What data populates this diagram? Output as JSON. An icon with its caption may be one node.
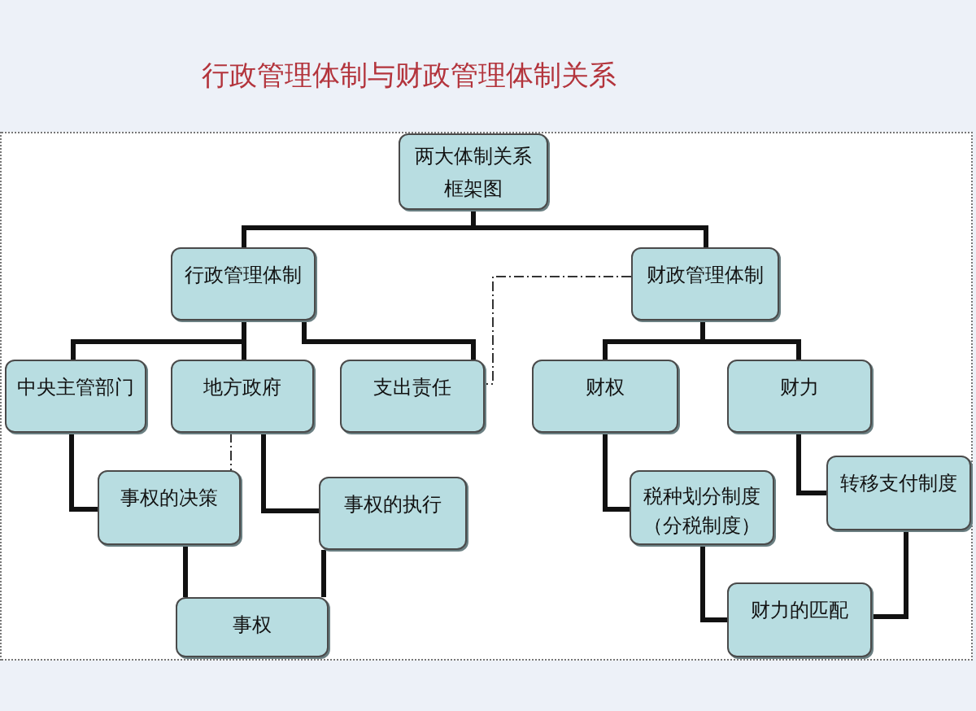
{
  "diagram": {
    "title": "行政管理体制与财政管理体制关系",
    "nodes": [
      {
        "text": [
          "两大体制关系框架图"
        ]
      },
      {
        "text": [
          "行政管理体制"
        ]
      },
      {
        "text": [
          "财政管理体制"
        ]
      },
      {
        "text": [
          "中央主管部门"
        ]
      },
      {
        "text": [
          "地方政府"
        ]
      },
      {
        "text": [
          "支出责任"
        ]
      },
      {
        "text": [
          "事权的决策"
        ]
      },
      {
        "text": [
          "事权的执行"
        ]
      },
      {
        "text": [
          "事权"
        ]
      },
      {
        "text": [
          "财权"
        ]
      },
      {
        "text": [
          "财力"
        ]
      },
      {
        "text": [
          "税种划分制度",
          "（分税制度）"
        ]
      },
      {
        "text": [
          "转移支付制度"
        ]
      },
      {
        "text": [
          "财力的匹配"
        ]
      }
    ],
    "edges": [
      {
        "from": 0,
        "to": 1,
        "arrow": "none"
      },
      {
        "from": 0,
        "to": 2,
        "arrow": "none"
      },
      {
        "from": 1,
        "to": 3,
        "arrow": "none"
      },
      {
        "from": 1,
        "to": 4,
        "arrow": "none"
      },
      {
        "from": 1,
        "to": 5,
        "arrow": "none"
      },
      {
        "from": 2,
        "to": 5,
        "arrow": "none",
        "style": "dashed"
      },
      {
        "from": 3,
        "to": 6,
        "arrow": "none"
      },
      {
        "from": 4,
        "to": 6,
        "arrow": "none",
        "style": "dashed"
      },
      {
        "from": 4,
        "to": 7,
        "arrow": "none"
      },
      {
        "from": 6,
        "to": 8,
        "arrow": "none"
      },
      {
        "from": 7,
        "to": 8,
        "arrow": "none"
      },
      {
        "from": 2,
        "to": 9,
        "arrow": "none"
      },
      {
        "from": 2,
        "to": 10,
        "arrow": "none"
      },
      {
        "from": 9,
        "to": 11,
        "arrow": "none"
      },
      {
        "from": 10,
        "to": 12,
        "arrow": "none"
      },
      {
        "from": 11,
        "to": 13,
        "arrow": "none"
      },
      {
        "from": 12,
        "to": 13,
        "arrow": "none"
      }
    ]
  }
}
